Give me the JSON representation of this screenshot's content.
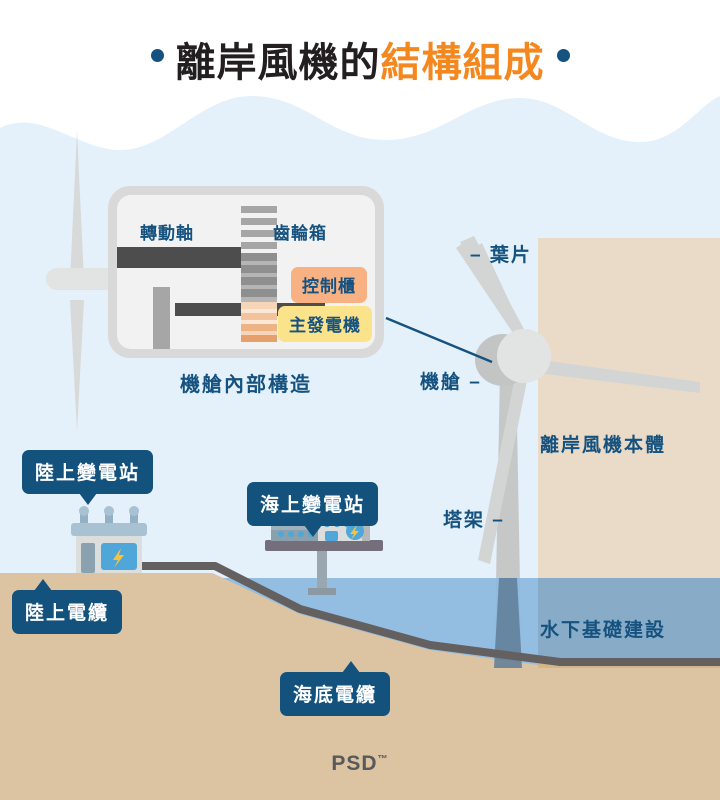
{
  "title": {
    "main": "離岸風機的",
    "accent": "結構組成",
    "dot_color": "#15527f",
    "accent_color": "#f5871f"
  },
  "panel": {
    "shaft_label": "轉動軸",
    "gearbox_label": "齒輪箱",
    "control_label": "控制櫃",
    "generator_label": "主發電機",
    "caption": "機艙內部構造",
    "control_color": "#f8b183",
    "generator_color": "#fbe38b"
  },
  "diagram_labels": {
    "blade": "– 葉片",
    "nacelle": "機艙 –",
    "tower": "塔架 –",
    "turbine_body": "離岸風機本體",
    "foundation": "水下基礎建設"
  },
  "badges": {
    "onshore_substation": "陸上變電站",
    "onshore_cable": "陸上電纜",
    "offshore_substation": "海上變電站",
    "submarine_cable": "海底電纜",
    "badge_color": "#14527e"
  },
  "watermark": {
    "text": "PSD",
    "mark": "™"
  },
  "palette": {
    "sky": "#e4f1fb",
    "sea": "#8cbadf",
    "land": "#dcc3a2",
    "cable": "#63605f",
    "turbine_gray": "#d3d5d4",
    "body_band": "#e9dbc8",
    "navy": "#15527f"
  }
}
